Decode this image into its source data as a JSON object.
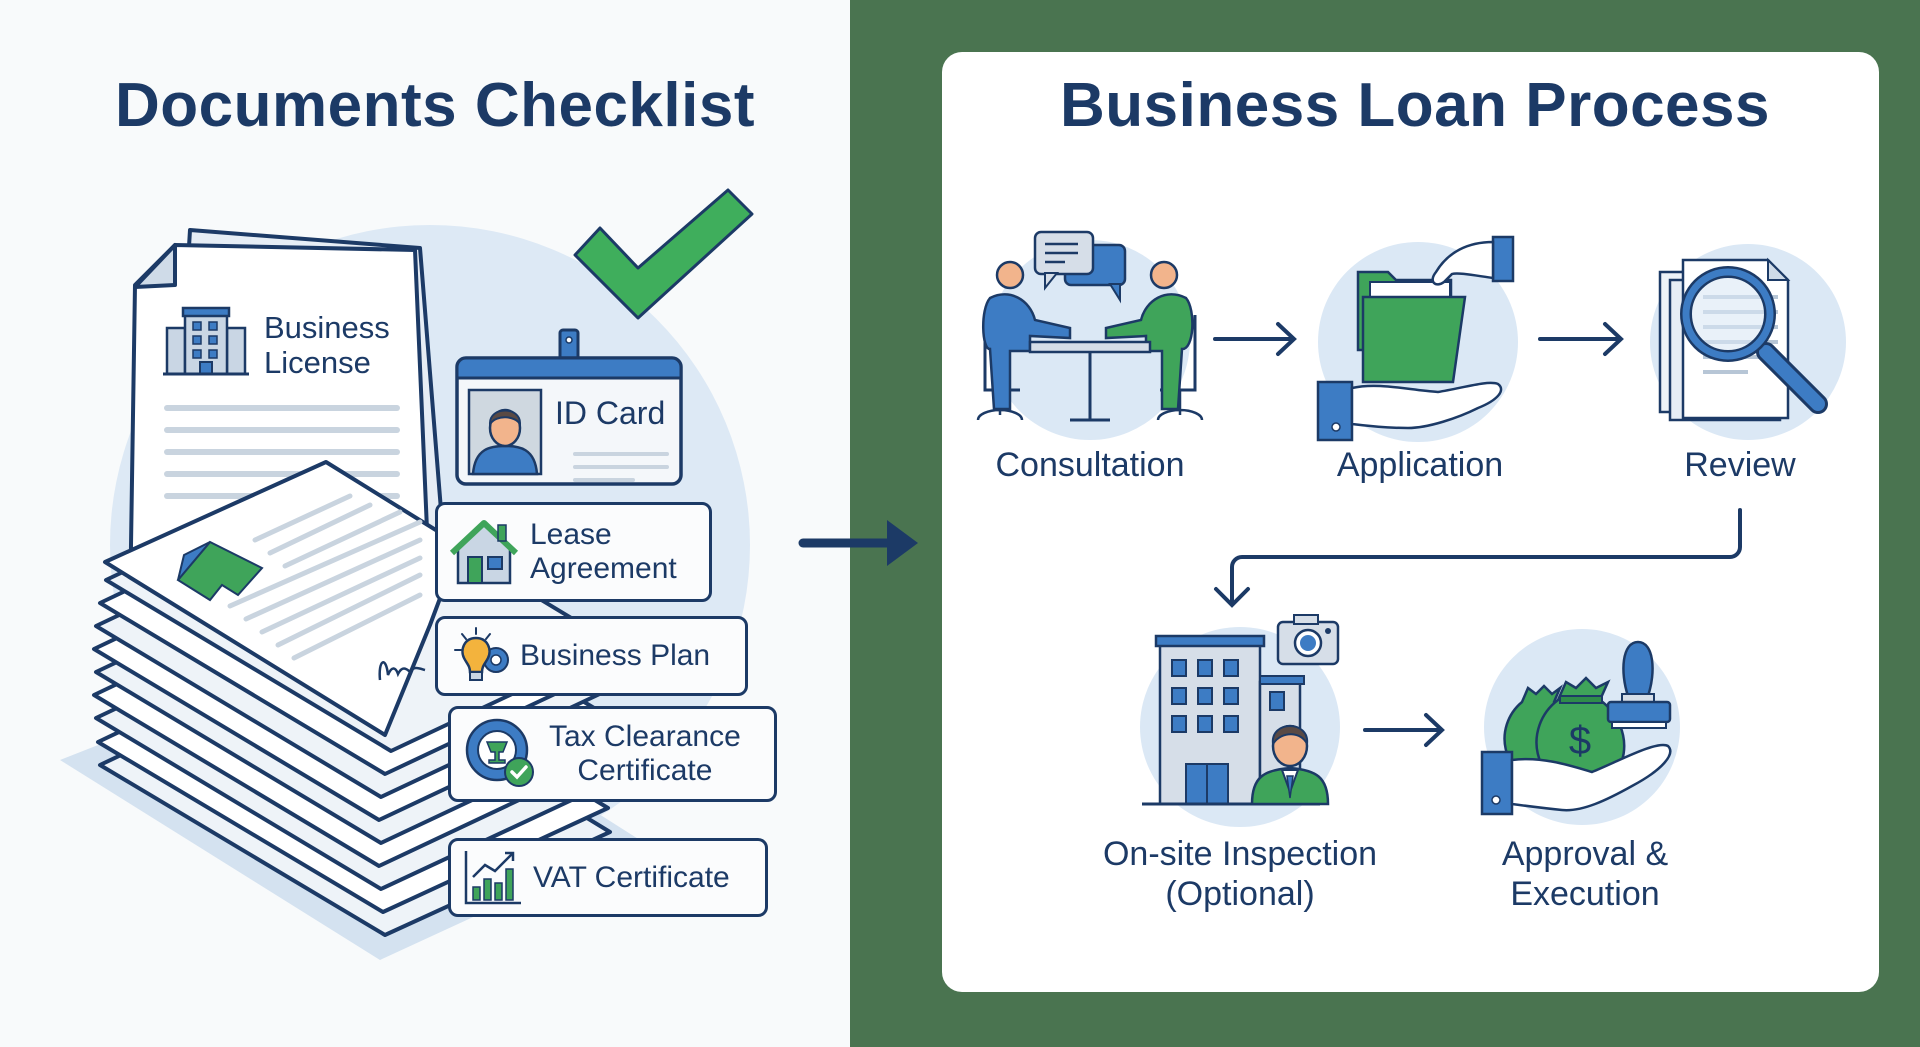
{
  "left": {
    "title": "Documents Checklist",
    "documents": [
      {
        "label_line1": "Business",
        "label_line2": "License",
        "icon": "office-building-icon"
      },
      {
        "label": "ID Card",
        "icon": "id-card-icon"
      },
      {
        "label_line1": "Lease",
        "label_line2": "Agreement",
        "icon": "house-icon"
      },
      {
        "label": "Business Plan",
        "icon": "lightbulb-gear-icon"
      },
      {
        "label_line1": "Tax Clearance",
        "label_line2": "Certificate",
        "icon": "government-seal-check-icon"
      },
      {
        "label": "VAT Certificate",
        "icon": "bar-chart-growth-icon"
      }
    ],
    "check_icon": "checkmark-icon"
  },
  "right": {
    "title": "Business Loan Process",
    "steps": [
      {
        "label_line1": "Consultation",
        "label_line2": "",
        "icon": "meeting-people-icon"
      },
      {
        "label_line1": "Application",
        "label_line2": "",
        "icon": "folder-handover-icon"
      },
      {
        "label_line1": "Review",
        "label_line2": "",
        "icon": "document-magnifier-icon"
      },
      {
        "label_line1": "On-site Inspection",
        "label_line2": "(Optional)",
        "icon": "building-inspector-camera-icon"
      },
      {
        "label_line1": "Approval &",
        "label_line2": "Execution",
        "icon": "money-bag-stamp-icon"
      }
    ]
  },
  "colors": {
    "navy": "#1c3a66",
    "blue": "#3d7cc4",
    "light_blue": "#dbe8f5",
    "green": "#3fa45a",
    "panel_green": "#4a7450",
    "skin": "#f2b48c"
  }
}
